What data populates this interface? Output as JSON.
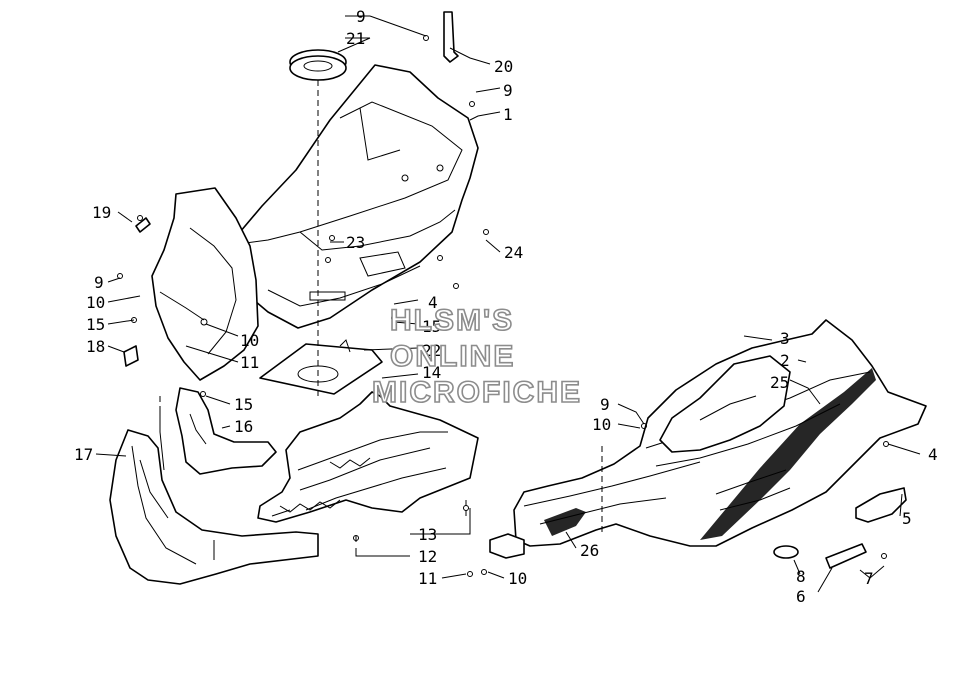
{
  "watermark": {
    "line1": "HLSM'S",
    "line2": "ONLINE",
    "line3": "MICROFICHE"
  },
  "callouts": [
    {
      "id": "c9a",
      "label": "9"
    },
    {
      "id": "c21",
      "label": "21"
    },
    {
      "id": "c20",
      "label": "20"
    },
    {
      "id": "c9b",
      "label": "9"
    },
    {
      "id": "c1",
      "label": "1"
    },
    {
      "id": "c19",
      "label": "19"
    },
    {
      "id": "c23",
      "label": "23"
    },
    {
      "id": "c24",
      "label": "24"
    },
    {
      "id": "c9c",
      "label": "9"
    },
    {
      "id": "c10a",
      "label": "10"
    },
    {
      "id": "c15a",
      "label": "15"
    },
    {
      "id": "c10b",
      "label": "10"
    },
    {
      "id": "c18",
      "label": "18"
    },
    {
      "id": "c11a",
      "label": "11"
    },
    {
      "id": "c4a",
      "label": "4"
    },
    {
      "id": "c15b",
      "label": "15"
    },
    {
      "id": "c22",
      "label": "22"
    },
    {
      "id": "c14",
      "label": "14"
    },
    {
      "id": "c15c",
      "label": "15"
    },
    {
      "id": "c16",
      "label": "16"
    },
    {
      "id": "c17",
      "label": "17"
    },
    {
      "id": "c13",
      "label": "13"
    },
    {
      "id": "c12",
      "label": "12"
    },
    {
      "id": "c11b",
      "label": "11"
    },
    {
      "id": "c10c",
      "label": "10"
    },
    {
      "id": "c3",
      "label": "3"
    },
    {
      "id": "c2",
      "label": "2"
    },
    {
      "id": "c25",
      "label": "25"
    },
    {
      "id": "c9d",
      "label": "9"
    },
    {
      "id": "c10d",
      "label": "10"
    },
    {
      "id": "c4b",
      "label": "4"
    },
    {
      "id": "c5",
      "label": "5"
    },
    {
      "id": "c26",
      "label": "26"
    },
    {
      "id": "c8",
      "label": "8"
    },
    {
      "id": "c6",
      "label": "6"
    },
    {
      "id": "c7",
      "label": "7"
    }
  ]
}
